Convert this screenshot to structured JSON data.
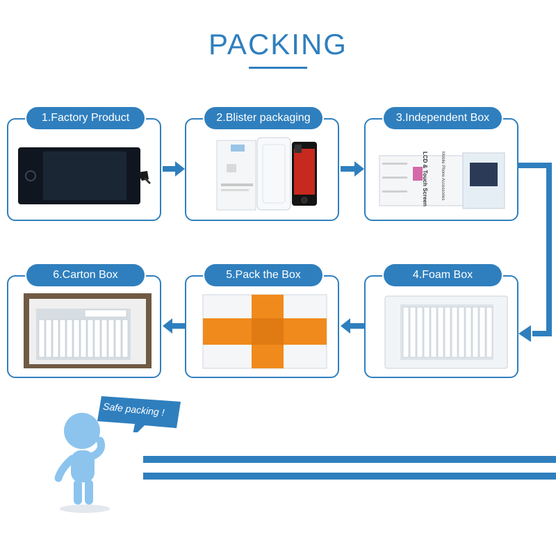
{
  "header": {
    "title": "PACKING"
  },
  "steps": [
    {
      "label": "1.Factory Product"
    },
    {
      "label": "2.Blister packaging"
    },
    {
      "label": "3.Independent Box"
    },
    {
      "label": "4.Foam Box"
    },
    {
      "label": "5.Pack the Box"
    },
    {
      "label": "6.Carton Box"
    }
  ],
  "product_box": {
    "title": "LCD & Touch Screen",
    "subtitle": "Mobile Phone Accessories"
  },
  "mascot": {
    "speech": "Safe packing !"
  },
  "colors": {
    "accent": "#2f7fbe",
    "tape": "#f08a1c",
    "light_blue": "#8cc4ee"
  }
}
